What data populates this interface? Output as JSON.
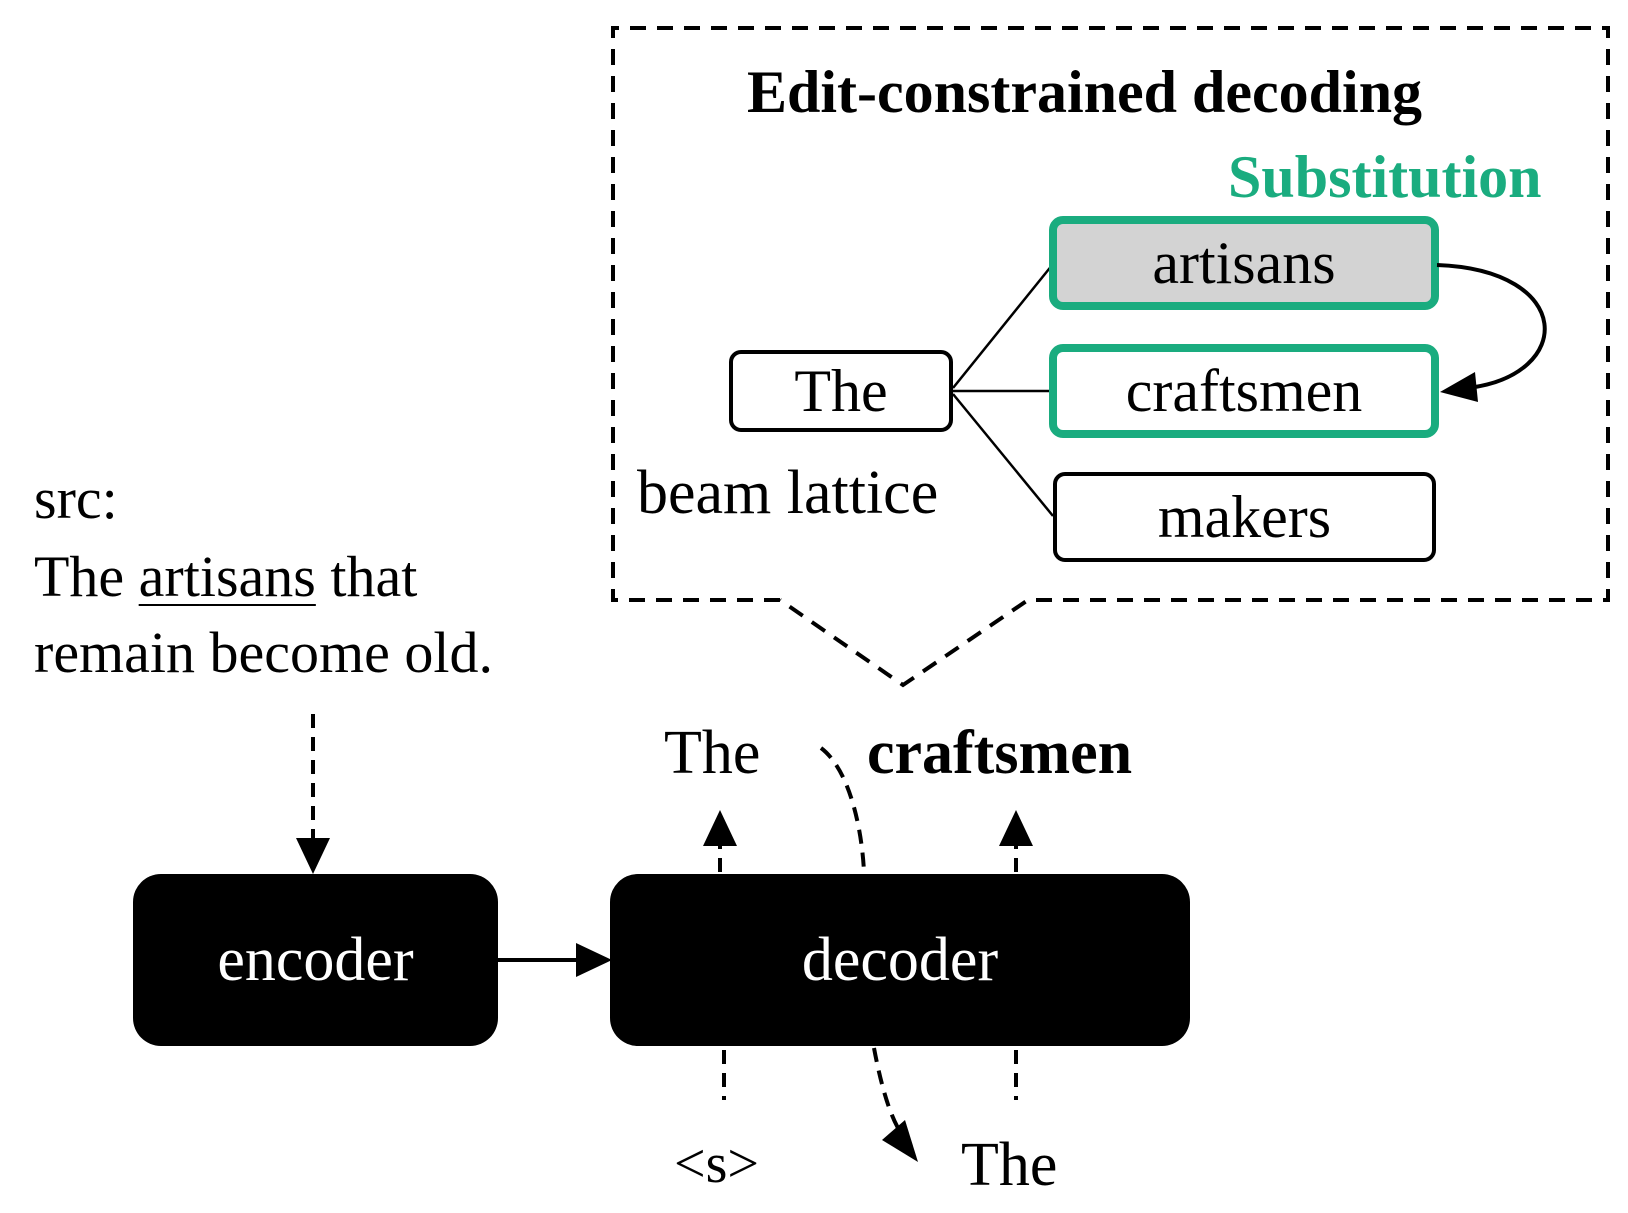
{
  "callout": {
    "title": "Edit-constrained decoding",
    "op_label": "Substitution",
    "lattice_label": "beam lattice",
    "root_token": "The",
    "candidates": [
      "artisans",
      "craftsmen",
      "makers"
    ]
  },
  "source": {
    "label": "src:",
    "line1_pre": "The ",
    "line1_highlight": "artisans",
    "line1_post": " that",
    "line2": "remain become old."
  },
  "model": {
    "encoder_label": "encoder",
    "decoder_label": "decoder"
  },
  "decoder_io": {
    "outputs": [
      "The",
      "craftsmen"
    ],
    "inputs": [
      "<s>",
      "The"
    ]
  },
  "colors": {
    "accent": "#1aac7f",
    "selected_fill": "#d3d3d3",
    "block": "#000000"
  }
}
